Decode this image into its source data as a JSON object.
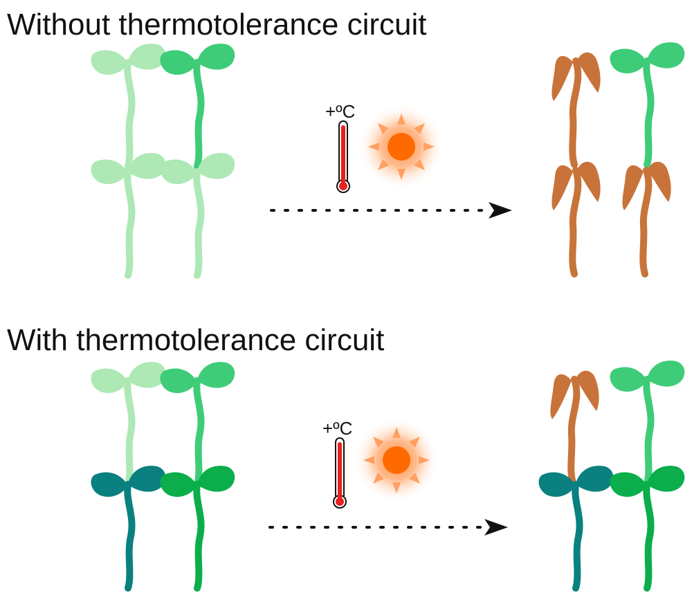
{
  "panels": [
    {
      "heading": "Without thermotolerance circuit",
      "temperature_label": "+ºC",
      "before": [
        "light-green",
        "mid-green",
        "light-green",
        "light-green"
      ],
      "after": [
        "brown-wilted",
        "mid-green",
        "brown-wilted",
        "brown-wilted"
      ]
    },
    {
      "heading": "With thermotolerance circuit",
      "temperature_label": "+ºC",
      "before": [
        "light-green",
        "mid-green",
        "teal",
        "dark-green"
      ],
      "after": [
        "brown-wilted",
        "mid-green",
        "teal",
        "dark-green"
      ]
    }
  ],
  "colors": {
    "light-green": "#ade8b5",
    "mid-green": "#3ecc78",
    "teal": "#0b8080",
    "dark-green": "#0bae4a",
    "brown-wilted": "#c8733a",
    "thermometer-red": "#e8201e",
    "sun-orange": "#ff6a00",
    "glow-orange": "#ffb27a",
    "arrow": "#111111"
  },
  "icons": {
    "seedling": "seedling-icon",
    "wilted": "wilted-seedling-icon",
    "thermometer": "thermometer-icon",
    "sun": "sun-icon",
    "arrow": "dotted-arrow-icon"
  }
}
